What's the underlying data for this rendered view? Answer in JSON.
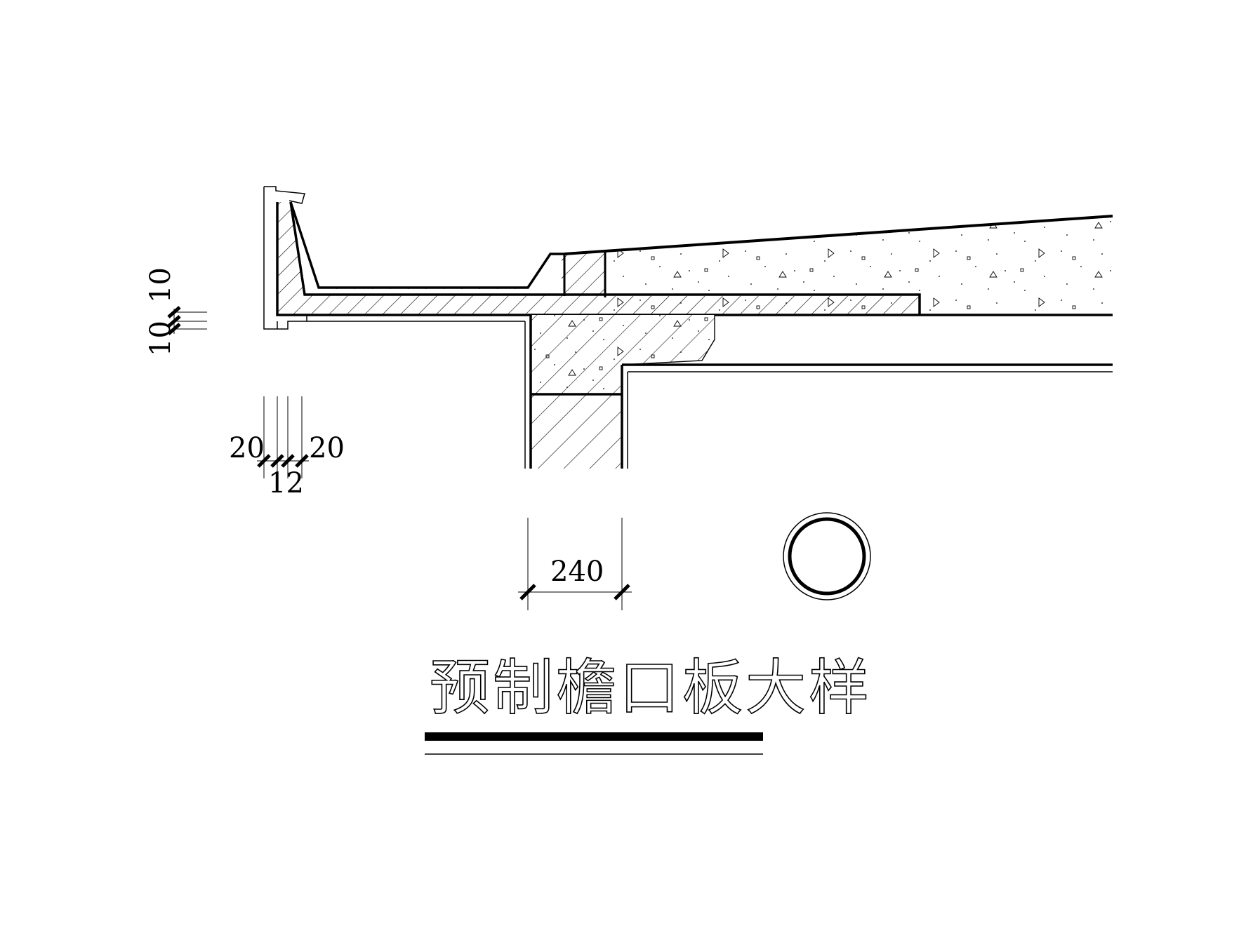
{
  "drawing": {
    "title": "预制檐口板大样",
    "dimensions": {
      "top_a": "10",
      "top_b": "10",
      "left": "20",
      "mid": "12",
      "right": "20",
      "wall": "240"
    }
  }
}
